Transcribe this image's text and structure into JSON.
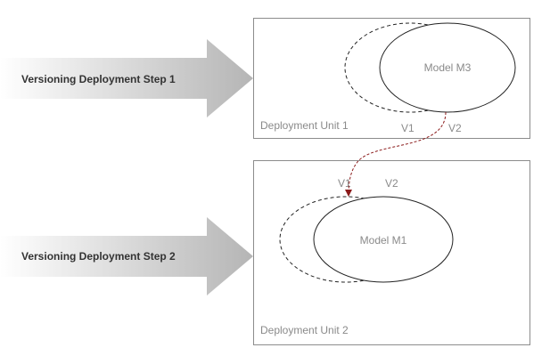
{
  "steps": [
    {
      "label": "Versioning Deployment  Step 1"
    },
    {
      "label": "Versioning Deployment  Step 2"
    }
  ],
  "units": [
    {
      "label": "Deployment Unit 1",
      "model": "Model M3",
      "versions": [
        "V1",
        "V2"
      ]
    },
    {
      "label": "Deployment Unit 2",
      "model": "Model M1",
      "versions": [
        "V1",
        "V2"
      ]
    }
  ],
  "colors": {
    "arrow_gradient_start": "#ffffff",
    "arrow_gradient_end": "#b5b5b5",
    "box_border": "#8c8c8c",
    "ellipse_stroke": "#222222",
    "connector": "#8b1a1a",
    "label_text": "#8a8a8a",
    "step_text": "#333333"
  }
}
